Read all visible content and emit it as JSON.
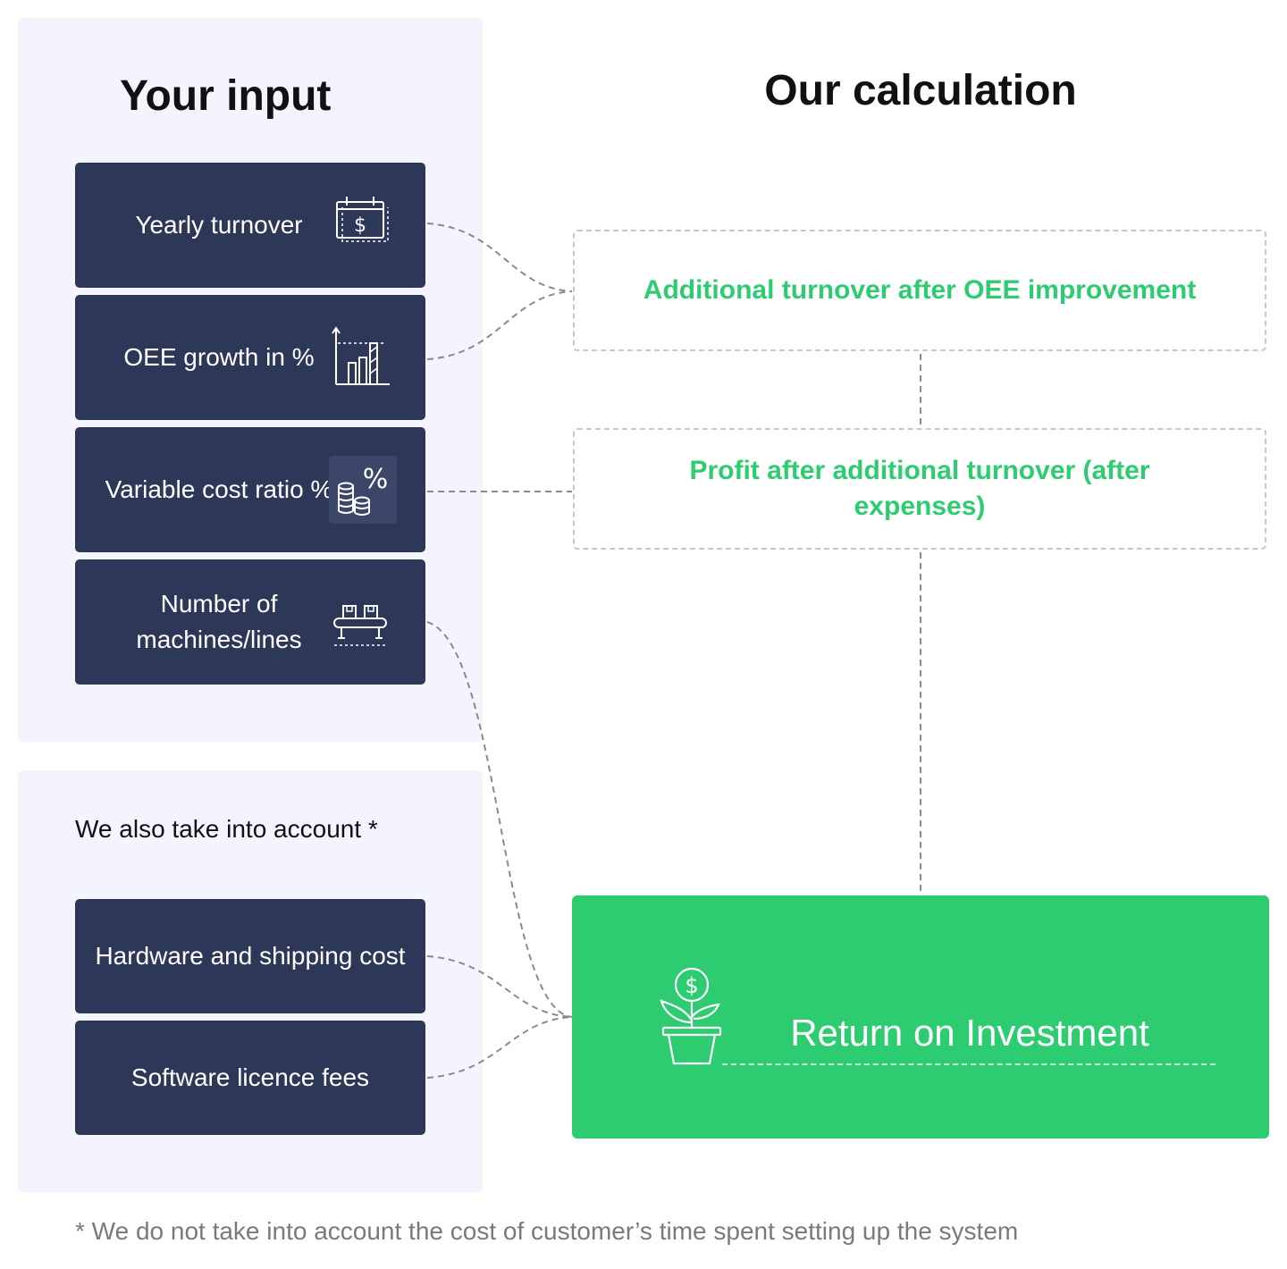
{
  "input_section": {
    "title": "Your input",
    "items": [
      {
        "label": "Yearly turnover",
        "icon": "calendar-dollar-icon"
      },
      {
        "label": "OEE growth in %",
        "icon": "bar-chart-growth-icon"
      },
      {
        "label": "Variable cost ratio %",
        "icon": "coins-percent-icon"
      },
      {
        "label": "Number of machines/lines",
        "icon": "conveyor-belt-icon"
      }
    ]
  },
  "extra_section": {
    "title": "We also take into account *",
    "items": [
      {
        "label": "Hardware and shipping cost"
      },
      {
        "label": "Software licence fees"
      }
    ]
  },
  "calculation_section": {
    "title": "Our calculation",
    "steps": [
      {
        "label": "Additional turnover after OEE improvement"
      },
      {
        "label": "Profit after additional turnover (after expenses)"
      }
    ],
    "result": {
      "label": "Return on Investment",
      "icon": "money-plant-icon"
    }
  },
  "footnote": "* We do not take into account the cost of customer’s time spent setting up the system",
  "colors": {
    "card_bg": "#2d3758",
    "panel_bg": "#f3f4fe",
    "accent_green": "#2ecc71",
    "connector": "#8a8a8a"
  }
}
